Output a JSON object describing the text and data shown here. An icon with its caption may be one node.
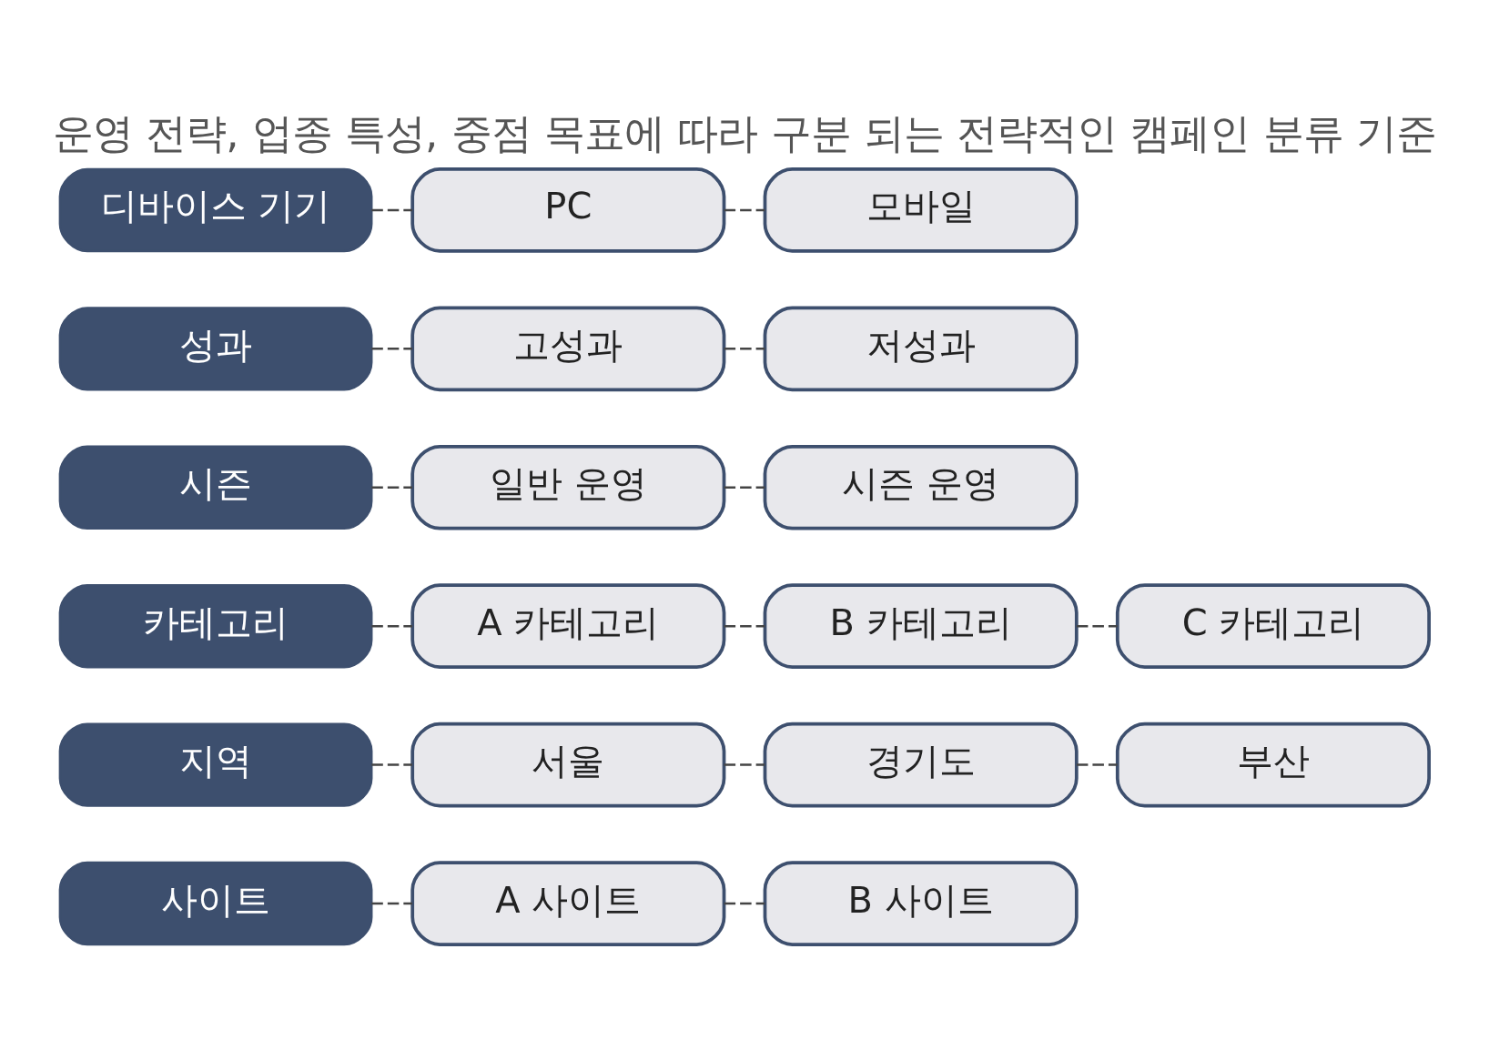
{
  "diagram": {
    "title": "운영 전략, 업종 특성, 중점 목표에 따라 구분 되는 전략적인 캠페인 분류 기준",
    "nodes": [
      {
        "text": [
          "디바이스 기기"
        ]
      },
      {
        "text": [
          "PC"
        ]
      },
      {
        "text": [
          "모바일"
        ]
      },
      {
        "text": [
          "성과"
        ]
      },
      {
        "text": [
          "고성과"
        ]
      },
      {
        "text": [
          "저성과"
        ]
      },
      {
        "text": [
          "시즌"
        ]
      },
      {
        "text": [
          "일반 운영"
        ]
      },
      {
        "text": [
          "시즌 운영"
        ]
      },
      {
        "text": [
          "카테고리"
        ]
      },
      {
        "text": [
          "A 카테고리"
        ]
      },
      {
        "text": [
          "B 카테고리"
        ]
      },
      {
        "text": [
          "C 카테고리"
        ]
      },
      {
        "text": [
          "지역"
        ]
      },
      {
        "text": [
          "서울"
        ]
      },
      {
        "text": [
          "경기도"
        ]
      },
      {
        "text": [
          "부산"
        ]
      },
      {
        "text": [
          "사이트"
        ]
      },
      {
        "text": [
          "A 사이트"
        ]
      },
      {
        "text": [
          "B 사이트"
        ]
      }
    ],
    "edges": [
      {
        "from": 0,
        "to": 1,
        "arrow": "none",
        "style": "dashed"
      },
      {
        "from": 1,
        "to": 2,
        "arrow": "none",
        "style": "dashed"
      },
      {
        "from": 3,
        "to": 4,
        "arrow": "none",
        "style": "dashed"
      },
      {
        "from": 4,
        "to": 5,
        "arrow": "none",
        "style": "dashed"
      },
      {
        "from": 6,
        "to": 7,
        "arrow": "none",
        "style": "dashed"
      },
      {
        "from": 7,
        "to": 8,
        "arrow": "none",
        "style": "dashed"
      },
      {
        "from": 9,
        "to": 10,
        "arrow": "none",
        "style": "dashed"
      },
      {
        "from": 10,
        "to": 11,
        "arrow": "none",
        "style": "dashed"
      },
      {
        "from": 11,
        "to": 12,
        "arrow": "none",
        "style": "dashed"
      },
      {
        "from": 13,
        "to": 14,
        "arrow": "none",
        "style": "dashed"
      },
      {
        "from": 14,
        "to": 15,
        "arrow": "none",
        "style": "dashed"
      },
      {
        "from": 15,
        "to": 16,
        "arrow": "none",
        "style": "dashed"
      },
      {
        "from": 17,
        "to": 18,
        "arrow": "none",
        "style": "dashed"
      },
      {
        "from": 18,
        "to": 19,
        "arrow": "none",
        "style": "dashed"
      }
    ]
  }
}
